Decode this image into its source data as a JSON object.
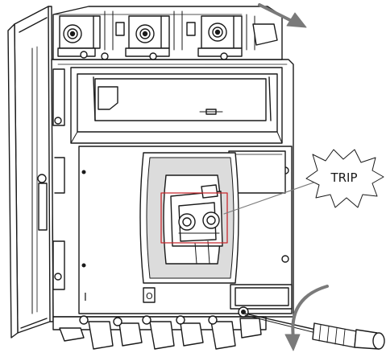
{
  "callout": {
    "label": "TRIP"
  },
  "faceplate": {
    "on_symbol": "I",
    "off_symbol": "O"
  },
  "colors": {
    "line": "#1a1a1a",
    "arrow": "#7a7a7a",
    "highlight": "#c8282d",
    "face": "#ffffff",
    "shade": "#dcdcdc",
    "dark": "#2b2b2b"
  },
  "icons": {
    "push_arrow": "arrow-down-right-icon",
    "rotate_arrow": "curved-rotate-arrow-icon",
    "tool": "screwdriver-icon",
    "callout_shape": "starburst-callout-icon"
  }
}
